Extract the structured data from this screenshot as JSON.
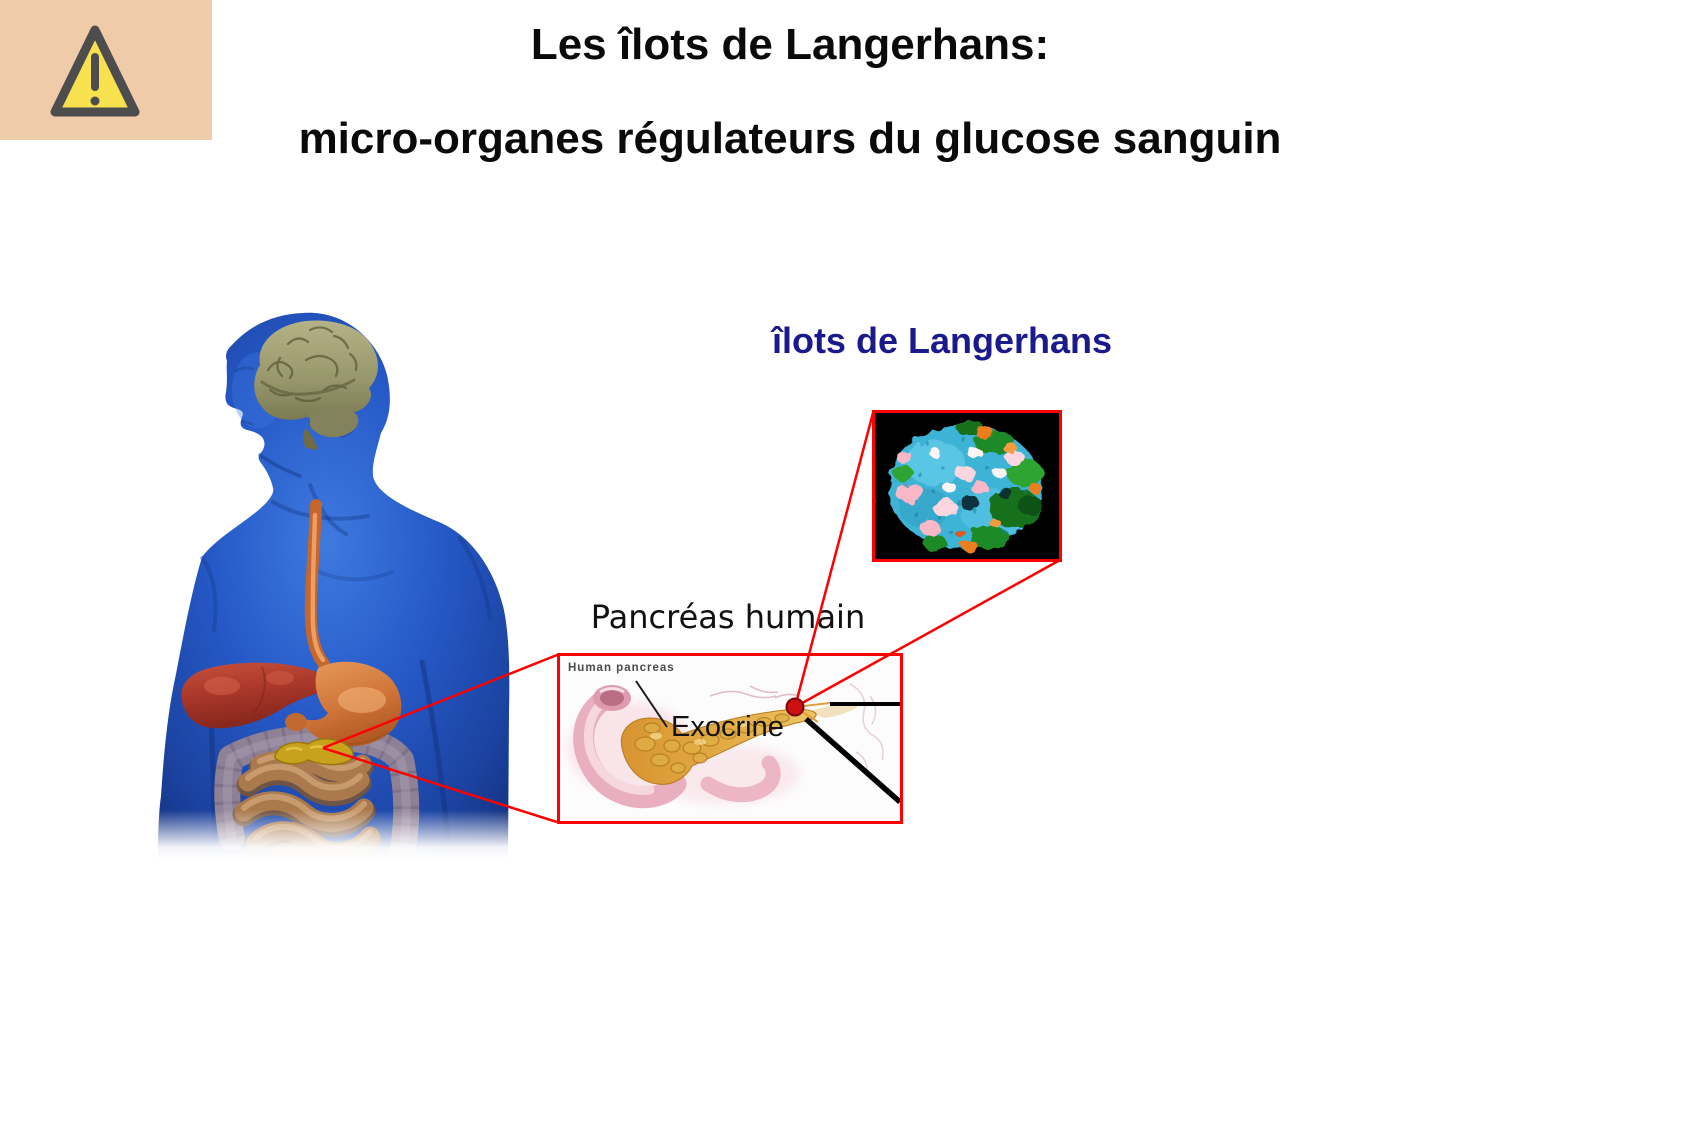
{
  "slide": {
    "background": "#FFFFFF",
    "title": {
      "line1": "Les îlots de Langerhans:",
      "line2": "micro-organes régulateurs du glucose sanguin",
      "color": "#0A0A0A"
    }
  },
  "warning_tile": {
    "icon": "warning-triangle",
    "tile_color": "#EFCBA9",
    "triangle_fill": "#F8E14E",
    "triangle_stroke": "#4D4D4D"
  },
  "callouts": {
    "islets_title": {
      "text": "îlots de Langerhans",
      "color": "#1A1A8C"
    },
    "pancreas_caption": {
      "text": "Pancréas humain",
      "color": "#111111"
    },
    "exocrine_label": {
      "text": "Exocrine",
      "color": "#111111"
    },
    "human_pancreas_caption": {
      "text": "Human pancreas",
      "color": "#4A4A4A"
    },
    "connector_red": "#FF0000",
    "connector_black": "#000000",
    "magnifier_dot_color": "#CC1111"
  },
  "figures": {
    "body": "human-body-with-brain-and-digestive-organs",
    "pancreas_box": "human-pancreas-illustration",
    "islet_box": "islet-of-langerhans-micrograph"
  }
}
